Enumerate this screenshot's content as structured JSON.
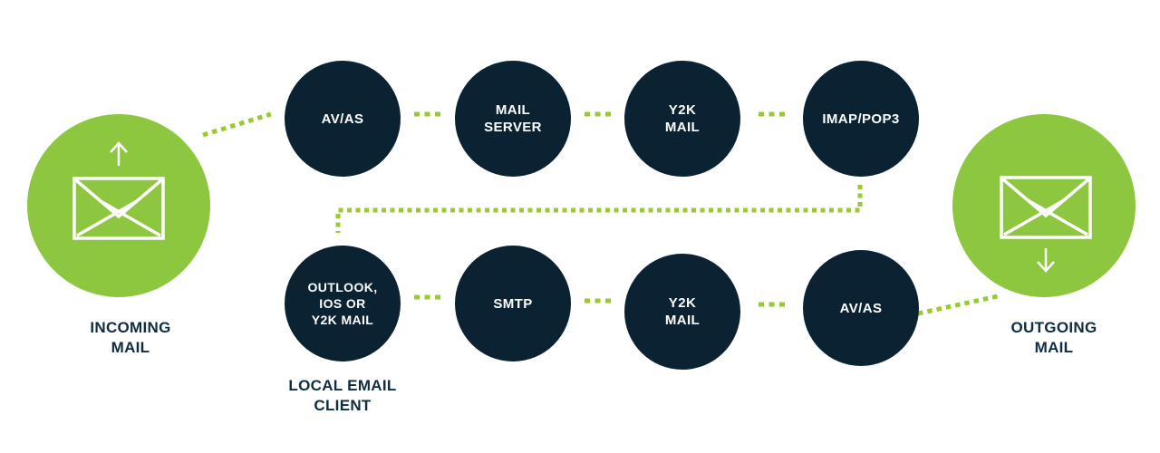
{
  "diagram": {
    "title_hint": "mail-flow-diagram",
    "colors": {
      "green": "#8dc63f",
      "dash_green": "#98ca32",
      "navy": "#0a2231",
      "label_navy": "#0e2d41"
    },
    "incoming": {
      "label": "INCOMING\nMAIL",
      "icon": "envelope-up-arrow"
    },
    "outgoing": {
      "label": "OUTGOING\nMAIL",
      "icon": "envelope-down-arrow"
    },
    "top_row": [
      {
        "label": "AV/AS"
      },
      {
        "label": "MAIL\nSERVER"
      },
      {
        "label": "Y2K\nMAIL"
      },
      {
        "label": "IMAP/POP3"
      }
    ],
    "bottom_row": [
      {
        "label": "OUTLOOK,\nIOS OR\nY2K MAIL",
        "caption": "LOCAL EMAIL\nCLIENT"
      },
      {
        "label": "SMTP"
      },
      {
        "label": "Y2K\nMAIL"
      },
      {
        "label": "AV/AS"
      }
    ]
  }
}
